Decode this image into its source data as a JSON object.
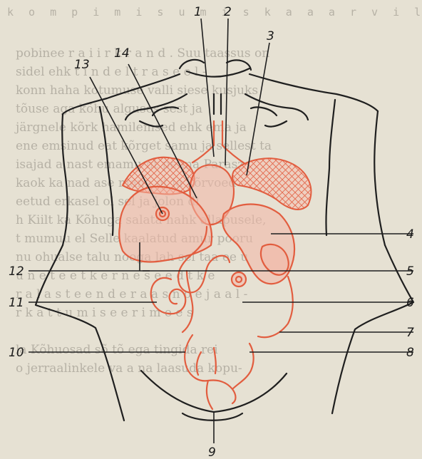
{
  "background_text": {
    "heading": "k o m p i m i s u m i s k a   a a r v i l o p",
    "lines": [
      "pobinee  r a i i r k r a n d . Suu taassus on",
      "sidel  ehk  t i n  d e l t  r a s e e l -",
      "konn  haha  kotumuse  valli  siese  kusjuks",
      "tõuse  aga  kõhu  alguses  sest  ja",
      "järgnele  kõrk  hamilemsed  ehk  ema  ja",
      "ene  emsinud  eat  kõrget  samu  ja  sellest  ta",
      "isajad  a  nast  emamu  nt  pe  ma  Parasz",
      "kaok  ka  nad  ase  mane  ot  ja  kõrvoed",
      "eetud  erkasel  ol  sel  ja  jolon  dl",
      "h  Kiilt  ka  Kõhuga  salata  nahk  allapusele,",
      "t  mumuu  el  Selle  kaalatud  amur  pooru",
      "nu  ohualse  talu  nooga  lah  sel  taa  ee  u",
      "u n e  t e e  t  k e r  n  e  s e  e  d  t  k  e",
      "r  a  l  a  s  t  e  e  n  d  e  r  a  a  s  n  o  e  j  a  a  l  -",
      "r  k  a  t  t  u  m  i  s  e  e  r  i  m  e  e  s",
      "la  Kõhuosad  sõ  tõ  ega  tingida  rei",
      "o  jerraalinkele  va  a  na  laasuda  kopu-"
    ]
  },
  "labels": {
    "n1": "1",
    "n2": "2",
    "n3": "3",
    "n4": "4",
    "n5": "5",
    "n6": "6",
    "n7": "7",
    "n8": "8",
    "n9": "9",
    "n10": "10",
    "n11": "11",
    "n12": "12",
    "n13": "13",
    "n14": "14"
  },
  "colors": {
    "paper": "#e6e1d3",
    "ink": "#1f1f1f",
    "organ_red": "#e25d3f"
  }
}
